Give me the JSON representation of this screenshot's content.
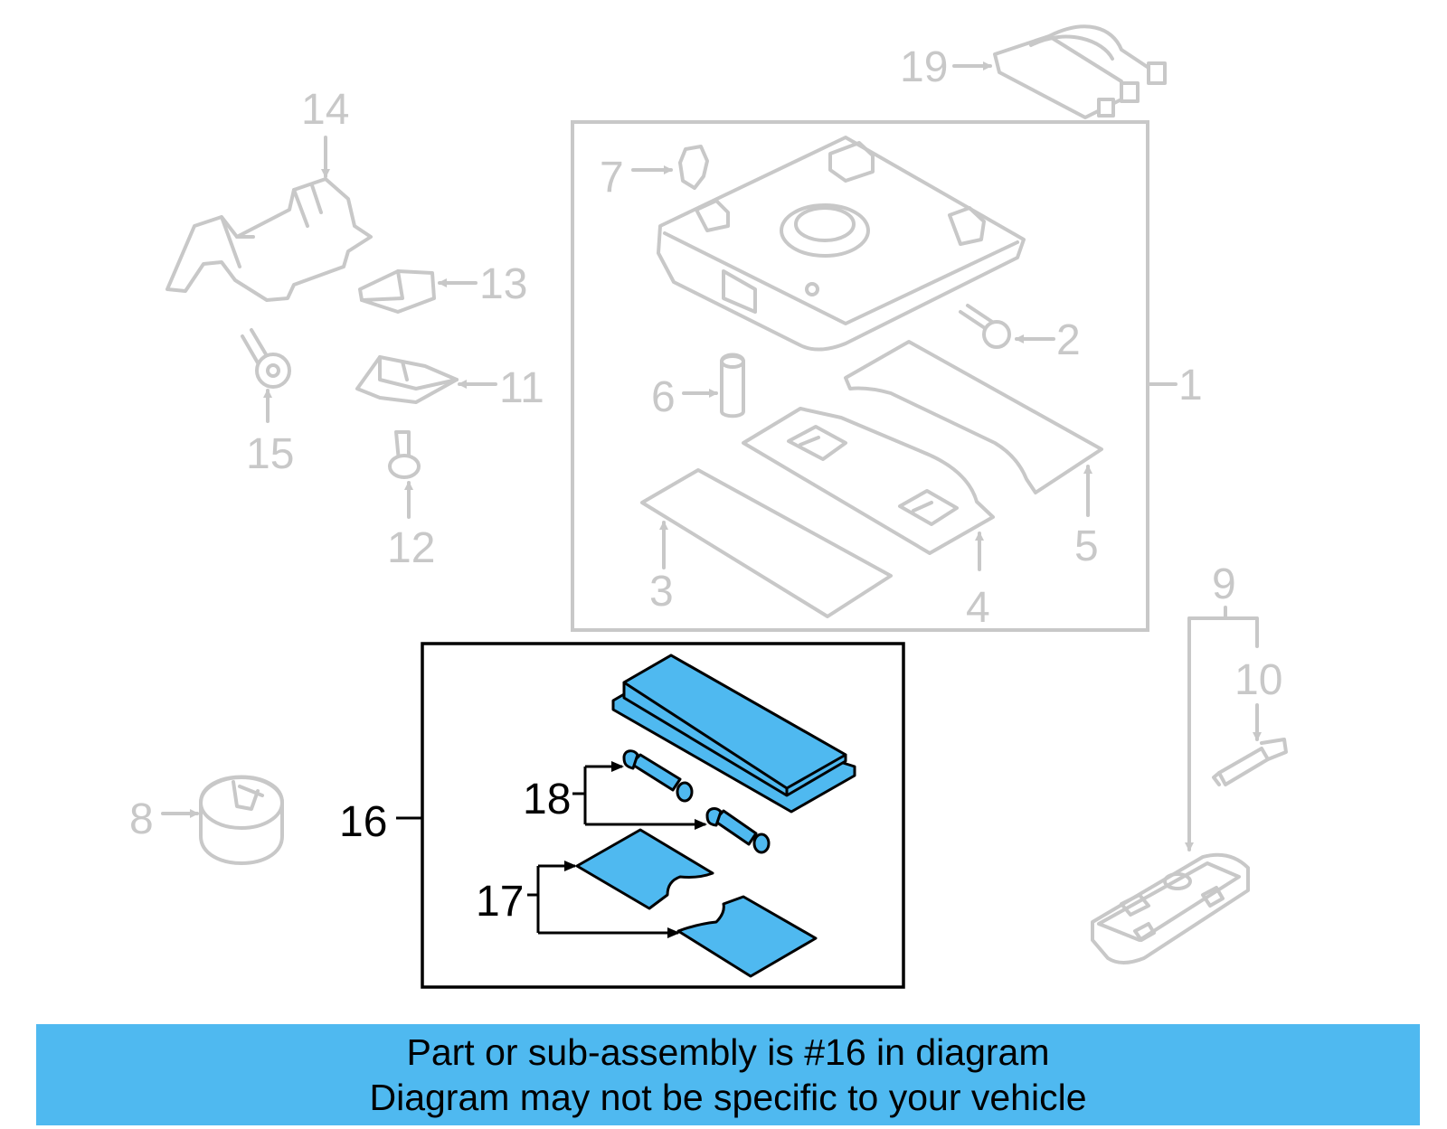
{
  "colors": {
    "highlight": "#4fb9f0",
    "muted_parts": "#c8c8c8",
    "outline": "#000000"
  },
  "callouts": {
    "c1": "1",
    "c2": "2",
    "c3": "3",
    "c4": "4",
    "c5": "5",
    "c6": "6",
    "c7": "7",
    "c8": "8",
    "c9": "9",
    "c10": "10",
    "c11": "11",
    "c12": "12",
    "c13": "13",
    "c14": "14",
    "c15": "15",
    "c16": "16",
    "c17": "17",
    "c18": "18",
    "c19": "19"
  },
  "banner": {
    "line1": "Part or sub-assembly is #16 in diagram",
    "line2": "Diagram may not be specific to your vehicle"
  }
}
